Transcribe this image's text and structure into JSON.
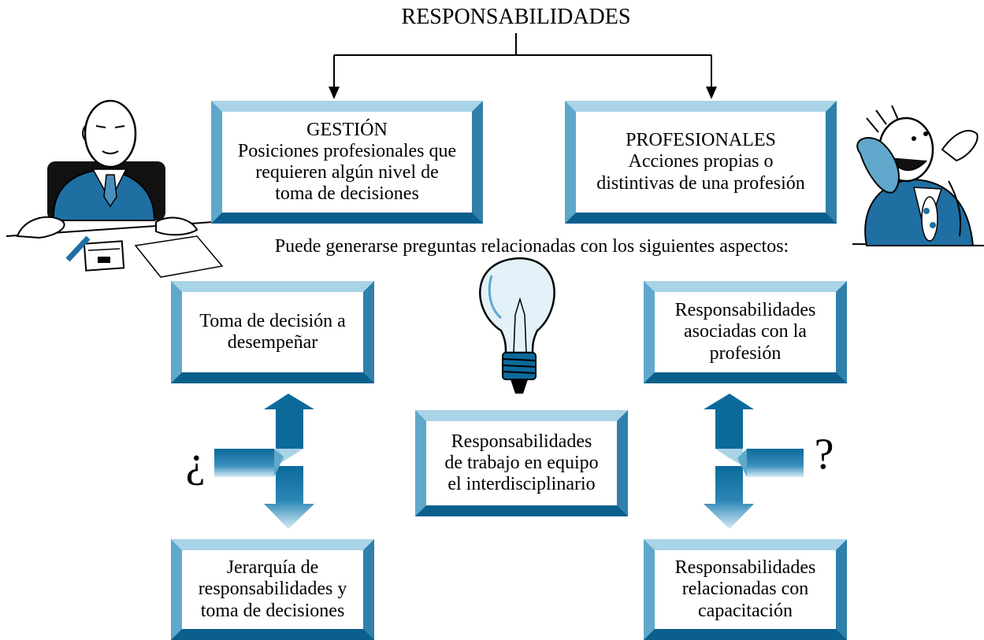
{
  "title": "RESPONSABILIDADES",
  "gestion": {
    "heading": "GESTIÓN",
    "lines": [
      "Posiciones profesionales que",
      "requieren algún nivel de",
      "toma de decisiones"
    ]
  },
  "profesionales": {
    "heading": "PROFESIONALES",
    "lines": [
      "Acciones propias o",
      "distintivas de una profesión"
    ]
  },
  "subtitle": "Puede generarse preguntas relacionadas con los siguientes aspectos:",
  "aspects": {
    "toma_decision": [
      "Toma de decisión a",
      "desempeñar"
    ],
    "asociadas": [
      "Responsabilidades",
      "asociadas con la",
      "profesión"
    ],
    "equipo": [
      "Responsabilidades",
      "de trabajo en equipo",
      "el interdisciplinario"
    ],
    "jerarquia": [
      "Jerarquía de",
      "responsabilidades y",
      "toma de decisiones"
    ],
    "capacitacion": [
      "Responsabilidades",
      "relacionadas con",
      "capacitación"
    ]
  },
  "question_open": "¿",
  "question_close": "?",
  "colors": {
    "frame_light": "#a9d3e6",
    "frame_mid": "#2f80aa",
    "frame_dark": "#0b5f8c",
    "figure_blue": "#1f6fa3"
  },
  "icons": [
    "manager-at-desk-icon",
    "man-on-phone-icon",
    "light-bulb-icon",
    "double-arrow-left-icon",
    "double-arrow-right-icon"
  ]
}
